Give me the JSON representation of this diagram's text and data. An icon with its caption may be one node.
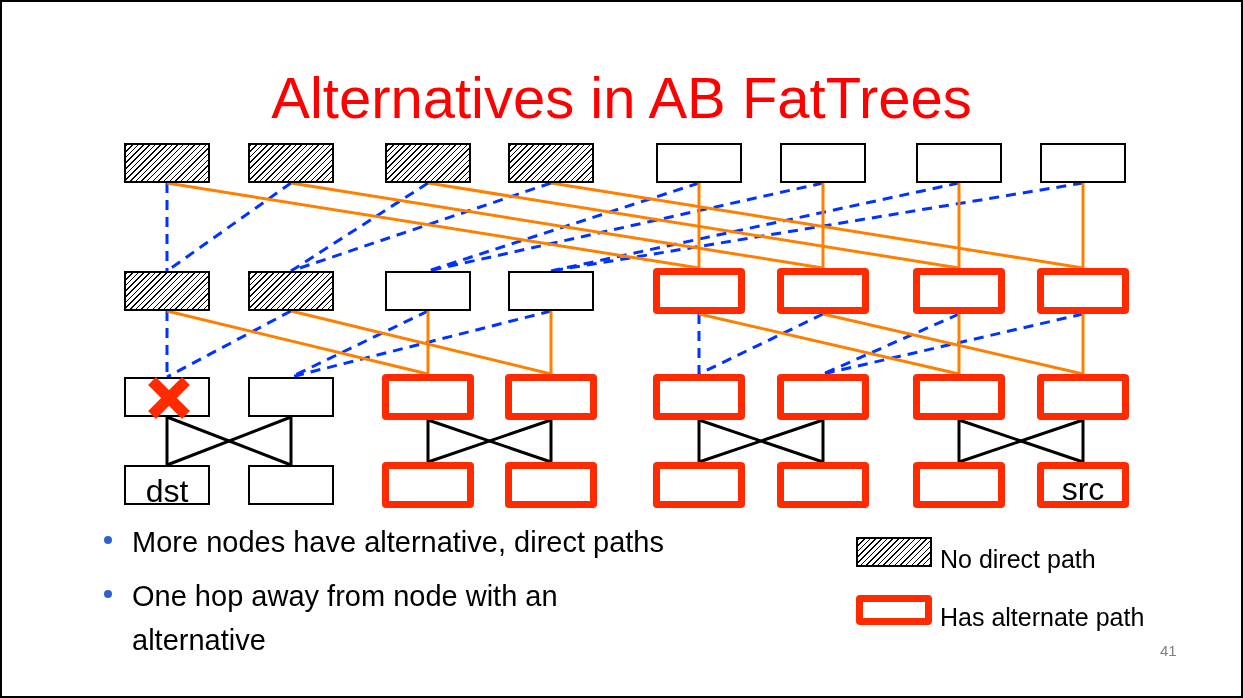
{
  "diagram": {
    "title": "Alternatives in AB FatTrees",
    "nodes": [
      {
        "text": [],
        "shape": "box"
      },
      {
        "text": [],
        "shape": "box"
      },
      {
        "text": [],
        "shape": "box"
      },
      {
        "text": [],
        "shape": "box"
      },
      {
        "text": [],
        "shape": "box"
      },
      {
        "text": [],
        "shape": "box"
      },
      {
        "text": [],
        "shape": "box"
      },
      {
        "text": [],
        "shape": "box"
      },
      {
        "text": [],
        "shape": "box"
      },
      {
        "text": [],
        "shape": "box"
      },
      {
        "text": [],
        "shape": "box"
      },
      {
        "text": [],
        "shape": "box"
      },
      {
        "text": [],
        "shape": "box"
      },
      {
        "text": [],
        "shape": "box"
      },
      {
        "text": [],
        "shape": "box"
      },
      {
        "text": [],
        "shape": "box"
      },
      {
        "text": [],
        "shape": "box"
      },
      {
        "text": [],
        "shape": "box"
      },
      {
        "text": [],
        "shape": "box"
      },
      {
        "text": [],
        "shape": "box"
      },
      {
        "text": [],
        "shape": "box"
      },
      {
        "text": [],
        "shape": "box"
      },
      {
        "text": [],
        "shape": "box"
      },
      {
        "text": [],
        "shape": "box"
      },
      {
        "text": [
          "dst"
        ]
      },
      {
        "text": [],
        "shape": "box"
      },
      {
        "text": [],
        "shape": "box"
      },
      {
        "text": [],
        "shape": "box"
      },
      {
        "text": [],
        "shape": "box"
      },
      {
        "text": [],
        "shape": "box"
      },
      {
        "text": [],
        "shape": "box"
      },
      {
        "text": [
          "src"
        ]
      }
    ],
    "edges": [
      {
        "from": 0,
        "to": 8,
        "arrow": "none",
        "style": "dashed",
        "color": "#0033ff"
      },
      {
        "from": 1,
        "to": 8,
        "arrow": "none",
        "style": "dashed",
        "color": "#0033ff"
      },
      {
        "from": 2,
        "to": 9,
        "arrow": "none",
        "style": "dashed",
        "color": "#0033ff"
      },
      {
        "from": 3,
        "to": 9,
        "arrow": "none",
        "style": "dashed",
        "color": "#0033ff"
      },
      {
        "from": 4,
        "to": 10,
        "arrow": "none",
        "style": "dashed",
        "color": "#0033ff"
      },
      {
        "from": 5,
        "to": 10,
        "arrow": "none",
        "style": "dashed",
        "color": "#0033ff"
      },
      {
        "from": 6,
        "to": 11,
        "arrow": "none",
        "style": "dashed",
        "color": "#0033ff"
      },
      {
        "from": 7,
        "to": 11,
        "arrow": "none",
        "style": "dashed",
        "color": "#0033ff"
      },
      {
        "from": 0,
        "to": 12,
        "arrow": "none",
        "color": "#ff8000"
      },
      {
        "from": 1,
        "to": 13,
        "arrow": "none",
        "color": "#ff8000"
      },
      {
        "from": 2,
        "to": 14,
        "arrow": "none",
        "color": "#ff8000"
      },
      {
        "from": 3,
        "to": 15,
        "arrow": "none",
        "color": "#ff8000"
      },
      {
        "from": 4,
        "to": 12,
        "arrow": "none",
        "color": "#ff8000"
      },
      {
        "from": 5,
        "to": 13,
        "arrow": "none",
        "color": "#ff8000"
      },
      {
        "from": 6,
        "to": 14,
        "arrow": "none",
        "color": "#ff8000"
      },
      {
        "from": 7,
        "to": 15,
        "arrow": "none",
        "color": "#ff8000"
      },
      {
        "from": 8,
        "to": 16,
        "arrow": "none",
        "style": "dashed",
        "color": "#0033ff"
      },
      {
        "from": 9,
        "to": 16,
        "arrow": "none",
        "style": "dashed",
        "color": "#0033ff"
      },
      {
        "from": 10,
        "to": 17,
        "arrow": "none",
        "style": "dashed",
        "color": "#0033ff"
      },
      {
        "from": 11,
        "to": 17,
        "arrow": "none",
        "style": "dashed",
        "color": "#0033ff"
      },
      {
        "from": 12,
        "to": 20,
        "arrow": "none",
        "style": "dashed",
        "color": "#0033ff"
      },
      {
        "from": 13,
        "to": 20,
        "arrow": "none",
        "style": "dashed",
        "color": "#0033ff"
      },
      {
        "from": 14,
        "to": 21,
        "arrow": "none",
        "style": "dashed",
        "color": "#0033ff"
      },
      {
        "from": 15,
        "to": 21,
        "arrow": "none",
        "style": "dashed",
        "color": "#0033ff"
      },
      {
        "from": 8,
        "to": 18,
        "arrow": "none",
        "color": "#ff8000"
      },
      {
        "from": 9,
        "to": 19,
        "arrow": "none",
        "color": "#ff8000"
      },
      {
        "from": 10,
        "to": 18,
        "arrow": "none",
        "color": "#ff8000"
      },
      {
        "from": 11,
        "to": 19,
        "arrow": "none",
        "color": "#ff8000"
      },
      {
        "from": 12,
        "to": 22,
        "arrow": "none",
        "color": "#ff8000"
      },
      {
        "from": 13,
        "to": 23,
        "arrow": "none",
        "color": "#ff8000"
      },
      {
        "from": 14,
        "to": 22,
        "arrow": "none",
        "color": "#ff8000"
      },
      {
        "from": 15,
        "to": 23,
        "arrow": "none",
        "color": "#ff8000"
      },
      {
        "from": 16,
        "to": 24,
        "arrow": "none",
        "color": "#000000"
      },
      {
        "from": 16,
        "to": 25,
        "arrow": "none",
        "color": "#000000"
      },
      {
        "from": 17,
        "to": 24,
        "arrow": "none",
        "color": "#000000"
      },
      {
        "from": 17,
        "to": 25,
        "arrow": "none",
        "color": "#000000"
      },
      {
        "from": 18,
        "to": 26,
        "arrow": "none",
        "color": "#000000"
      },
      {
        "from": 18,
        "to": 27,
        "arrow": "none",
        "color": "#000000"
      },
      {
        "from": 19,
        "to": 26,
        "arrow": "none",
        "color": "#000000"
      },
      {
        "from": 19,
        "to": 27,
        "arrow": "none",
        "color": "#000000"
      },
      {
        "from": 20,
        "to": 28,
        "arrow": "none",
        "color": "#000000"
      },
      {
        "from": 20,
        "to": 29,
        "arrow": "none",
        "color": "#000000"
      },
      {
        "from": 21,
        "to": 28,
        "arrow": "none",
        "color": "#000000"
      },
      {
        "from": 21,
        "to": 29,
        "arrow": "none",
        "color": "#000000"
      },
      {
        "from": 22,
        "to": 30,
        "arrow": "none",
        "color": "#000000"
      },
      {
        "from": 22,
        "to": 31,
        "arrow": "none",
        "color": "#000000"
      },
      {
        "from": 23,
        "to": 30,
        "arrow": "none",
        "color": "#000000"
      },
      {
        "from": 23,
        "to": 31,
        "arrow": "none",
        "color": "#000000"
      }
    ],
    "labels": [
      "More nodes have alternative, direct paths",
      "One hop away from node with an alternative",
      "41"
    ],
    "legend": [
      {
        "text": "No direct path"
      },
      {
        "text": "Has alternate path"
      }
    ]
  }
}
